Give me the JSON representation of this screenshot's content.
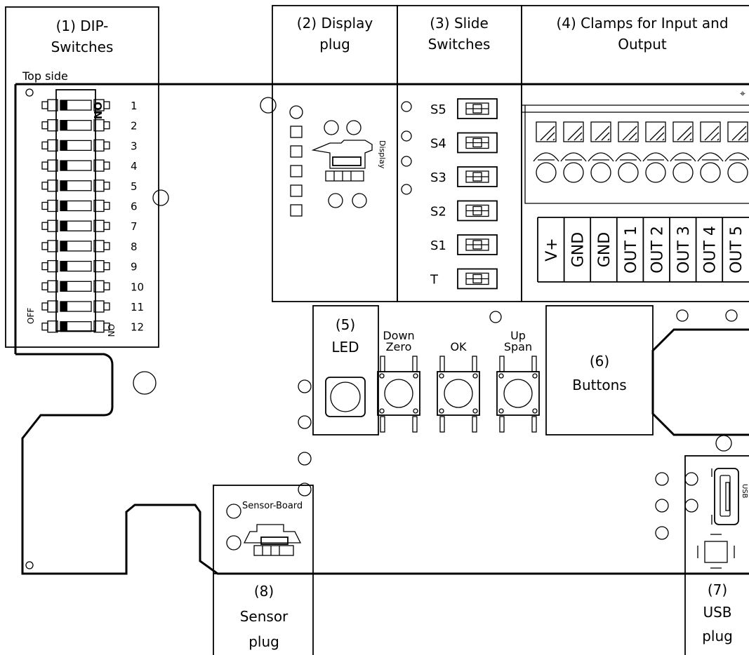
{
  "sections": {
    "dip": {
      "line1": "(1) DIP-",
      "line2": "Switches"
    },
    "display": {
      "line1": "(2) Display",
      "line2": "plug"
    },
    "slide": {
      "line1": "(3) Slide",
      "line2": "Switches"
    },
    "clamps": {
      "line1": "(4) Clamps for Input and",
      "line2": "Output"
    },
    "led": {
      "line1": "(5)",
      "line2": "LED"
    },
    "buttons": {
      "line1": "(6)",
      "line2": "Buttons"
    },
    "usb": {
      "line1": "(7)",
      "line2": "USB",
      "line3": "plug"
    },
    "sensor": {
      "line1": "(8)",
      "line2": "Sensor",
      "line3": "plug"
    }
  },
  "board": {
    "top_side": "Top side",
    "on": "ON",
    "off": "OFF",
    "on_rot": "ON",
    "display_label": "Display",
    "sensor_label": "Sensor-Board",
    "usb_label": "USB"
  },
  "dip_numbers": [
    "1",
    "2",
    "3",
    "4",
    "5",
    "6",
    "7",
    "8",
    "9",
    "10",
    "11",
    "12"
  ],
  "slide_switches": [
    "S5",
    "S4",
    "S3",
    "S2",
    "S1",
    "T"
  ],
  "clamp_terminals": [
    "V+",
    "GND",
    "GND",
    "OUT 1",
    "OUT 2",
    "OUT 3",
    "OUT 4",
    "OUT 5"
  ],
  "push_buttons": [
    {
      "line1": "Down",
      "line2": "Zero"
    },
    {
      "line1": "",
      "line2": "OK"
    },
    {
      "line1": "Up",
      "line2": "Span"
    }
  ]
}
